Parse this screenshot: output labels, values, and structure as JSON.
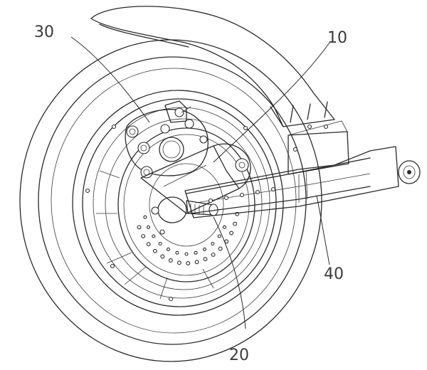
{
  "labels": {
    "l10": "10",
    "l20": "20",
    "l30": "30",
    "l40": "40"
  },
  "colors": {
    "line": "#2a2a2a",
    "background": "#ffffff"
  }
}
